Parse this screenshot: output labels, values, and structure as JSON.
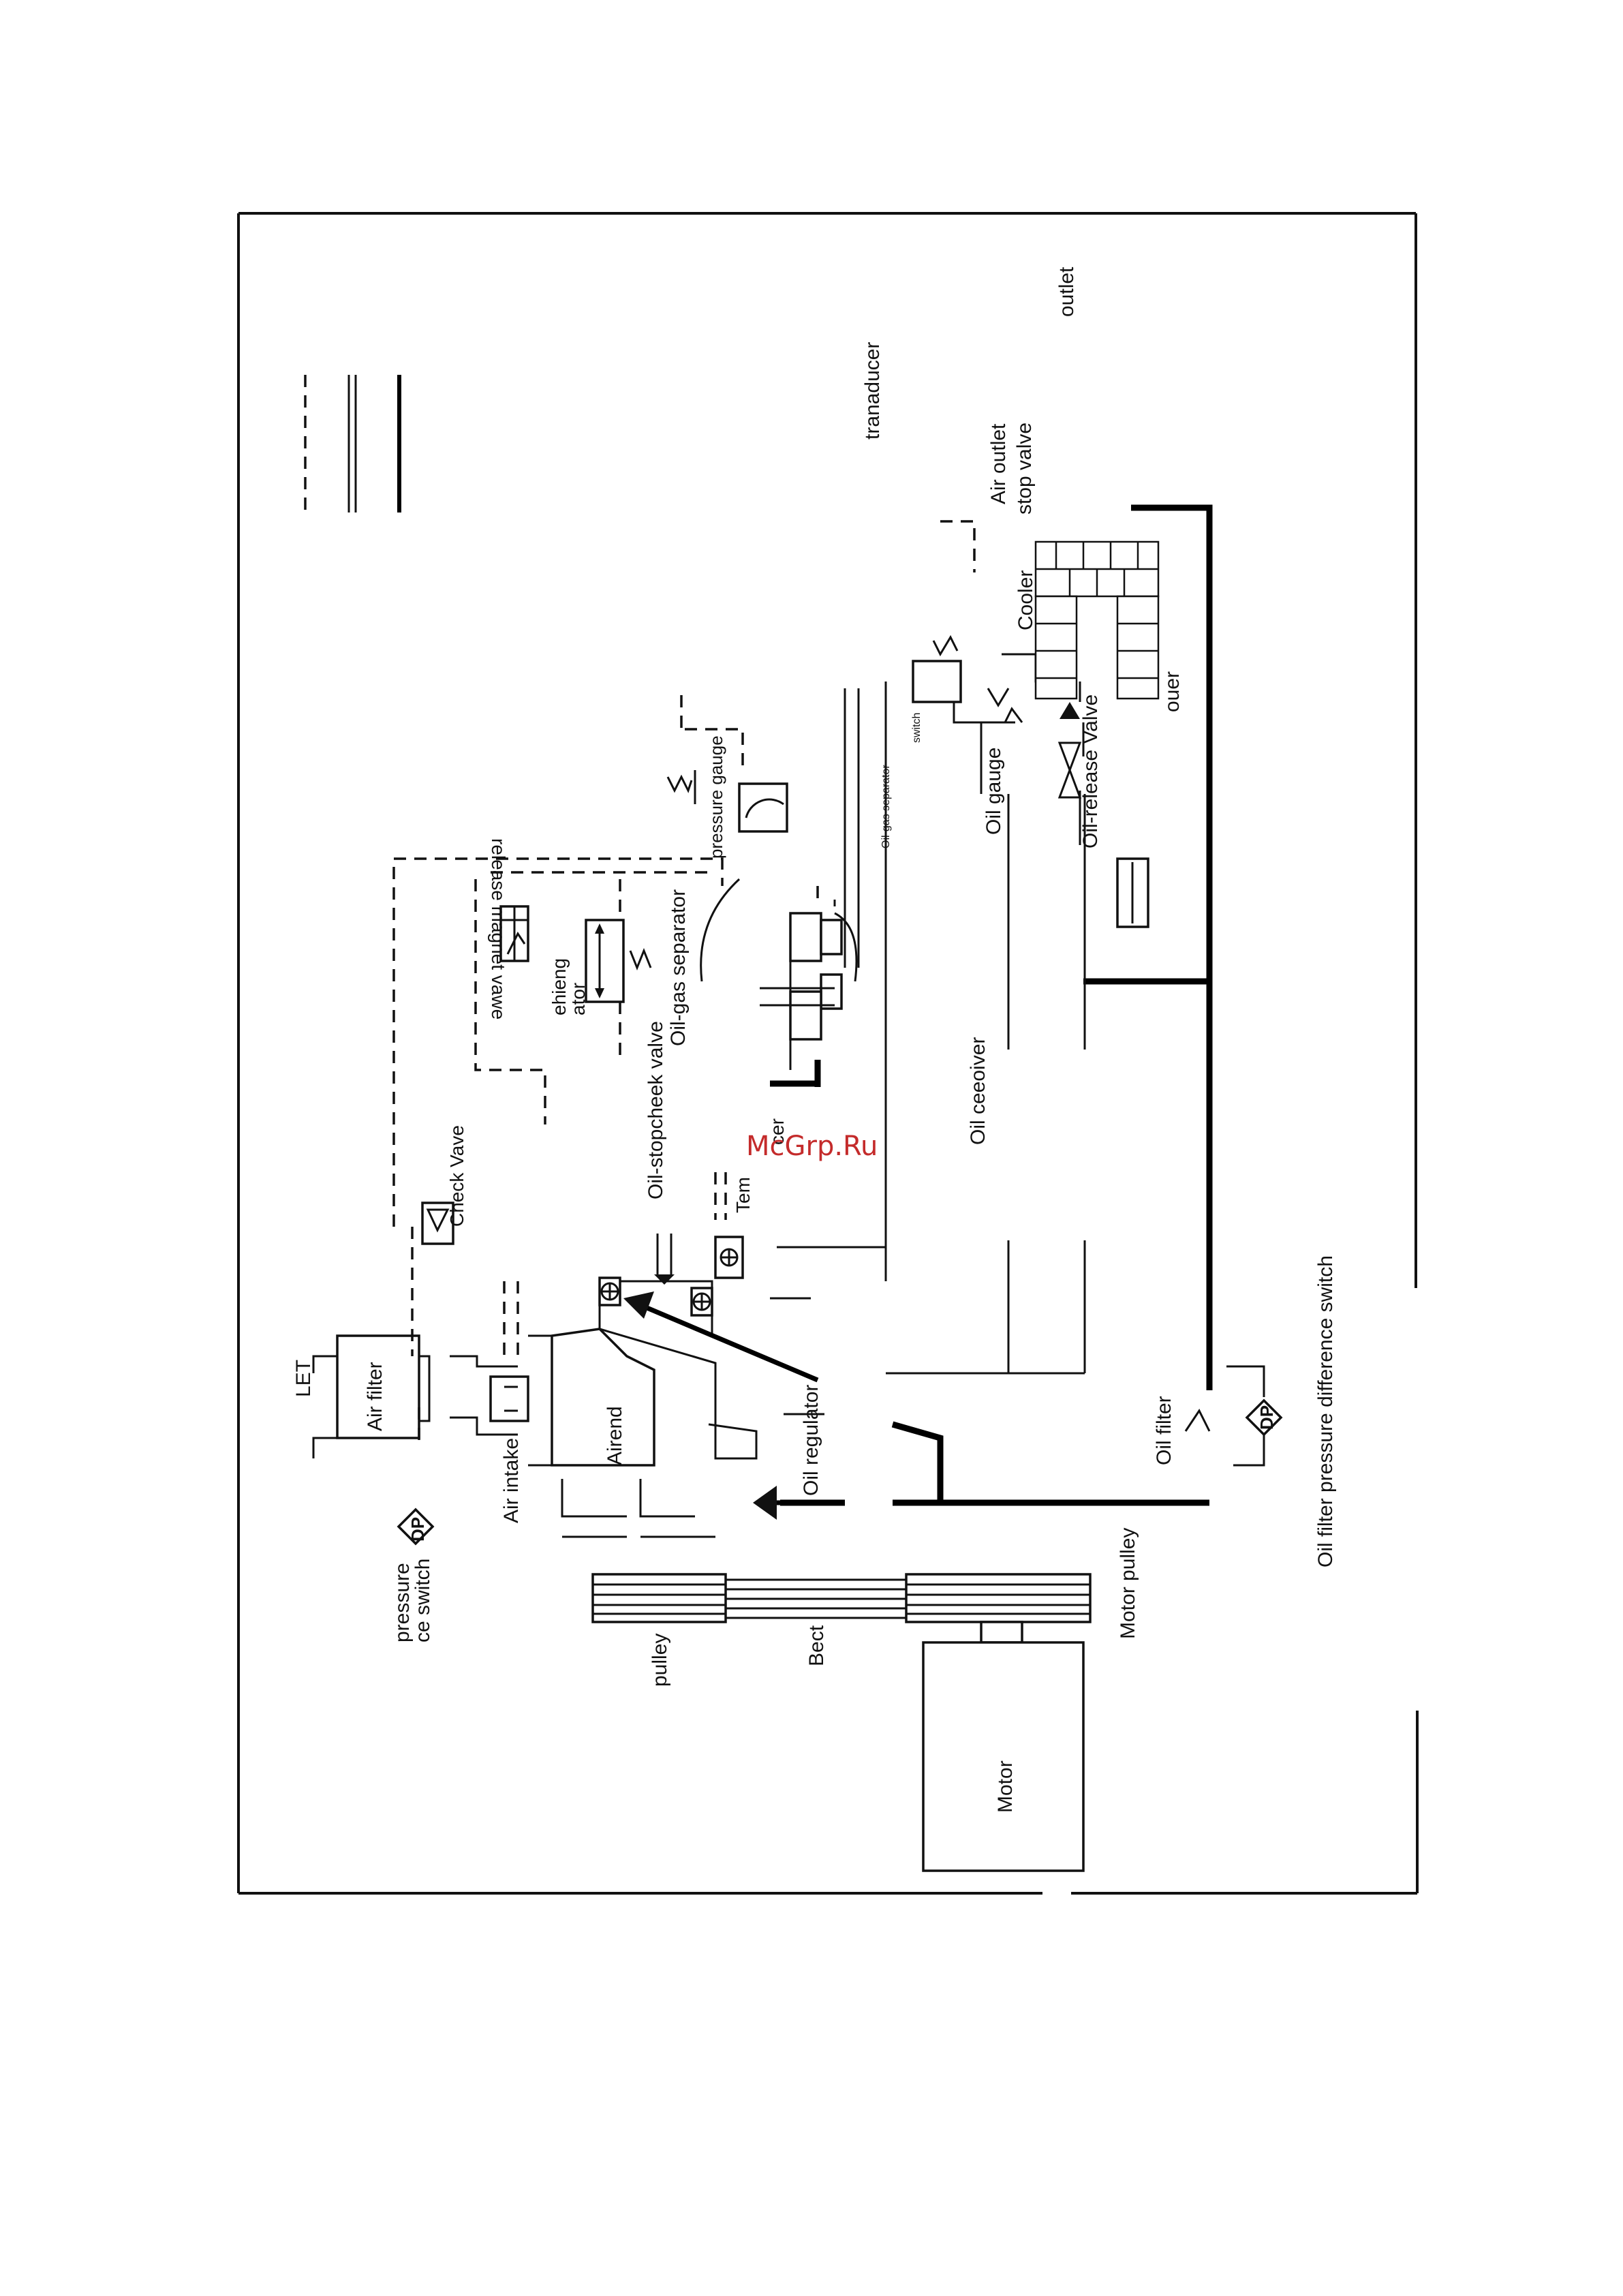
{
  "labels": {
    "inlet": "LET",
    "air_filter": "Air filter",
    "air_intake": "Air intake",
    "airend": "Airend",
    "pressure_switch_1": "pressure",
    "pressure_switch_2": "ce switch",
    "dp_left": "DP",
    "dp_right": "DP",
    "check_valve": "Check Vave",
    "release_magnet_valve": "release magnet vawe",
    "pressure_gauge": "pressure gauge",
    "oil_gas_separator": "Oil-gas separator",
    "oil_stopcheck_valve": "Oil-stopcheek valve",
    "regulator_1": "ehieng",
    "regulator_2": "ator",
    "temp_sensor_1": "cer",
    "temp_sensor_2": "Tem",
    "oil_regulator": "Oil regulator",
    "oil_receiver": "Oil ceeoiver",
    "oil_gauge": "Oil gauge",
    "oil_release_valve": "Oil-release Valve",
    "oil_separator_small": "Oil-gas separator",
    "switch_small": "switch",
    "cooler": "Cooler",
    "transducer": "tranaducer",
    "air_outlet_1": "Air outlet",
    "air_outlet_2": "stop valve",
    "outlet": "outlet",
    "louver": "ouer",
    "oil_filter": "Oil filter",
    "oil_filter_dp_switch": "Oil filter pressure difference switch",
    "pulley": "pulley",
    "belt": "Bect",
    "motor_pulley": "Motor pulley",
    "motor": "Motor",
    "watermark": "McGrp.Ru"
  },
  "colors": {
    "line": "#111111",
    "watermark": "#c42b2b",
    "background": "#ffffff"
  }
}
